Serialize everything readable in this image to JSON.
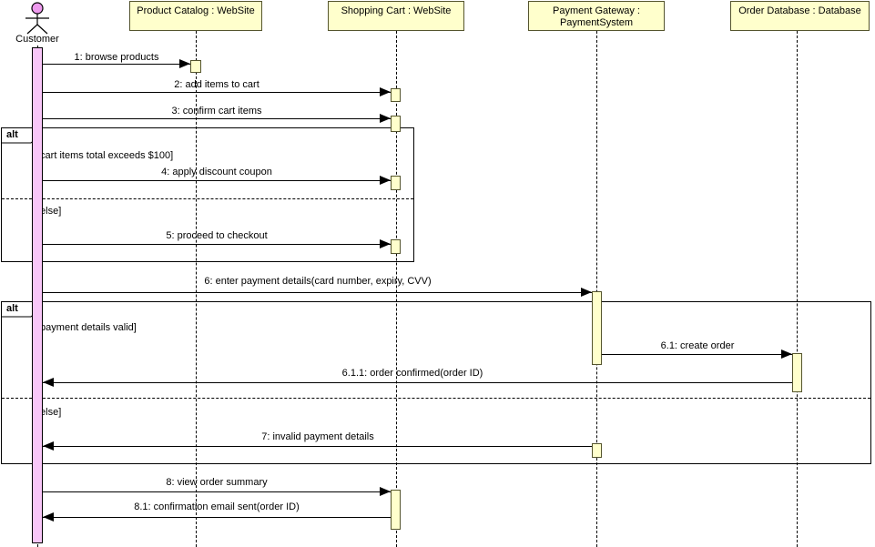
{
  "diagram": {
    "kind": "uml-sequence-diagram"
  },
  "actor": {
    "name": "Customer"
  },
  "lifelines": [
    {
      "line1": "Product Catalog : WebSite",
      "line2": ""
    },
    {
      "line1": "Shopping Cart : WebSite",
      "line2": ""
    },
    {
      "line1": "Payment Gateway :",
      "line2": "PaymentSystem"
    },
    {
      "line1": "Order Database : Database",
      "line2": ""
    }
  ],
  "messages": [
    {
      "label": "1: browse products"
    },
    {
      "label": "2: add items to cart"
    },
    {
      "label": "3: confirm cart items"
    },
    {
      "label": "4: apply discount coupon"
    },
    {
      "label": "5: proceed to checkout"
    },
    {
      "label": "6: enter payment details(card number, expiry, CVV)"
    },
    {
      "label": "6.1: create order"
    },
    {
      "label": "6.1.1: order confirmed(order ID)"
    },
    {
      "label": "7: invalid payment details"
    },
    {
      "label": "8: view order summary"
    },
    {
      "label": "8.1: confirmation email sent(order ID)"
    }
  ],
  "fragments": [
    {
      "operator": "alt",
      "guard1": "[cart items total exceeds $100]",
      "guard2": "[else]"
    },
    {
      "operator": "alt",
      "guard1": "[payment details valid]",
      "guard2": "[else]"
    }
  ],
  "colors": {
    "lifeline_head_fill": "#FFFFCC",
    "lifeline_head_border": "#55552e",
    "activation_fill": "#FFFFCC",
    "actor_head_fill": "#EE9AEE",
    "customer_activation_fill": "#F8C6F8",
    "line_color": "#000000"
  }
}
